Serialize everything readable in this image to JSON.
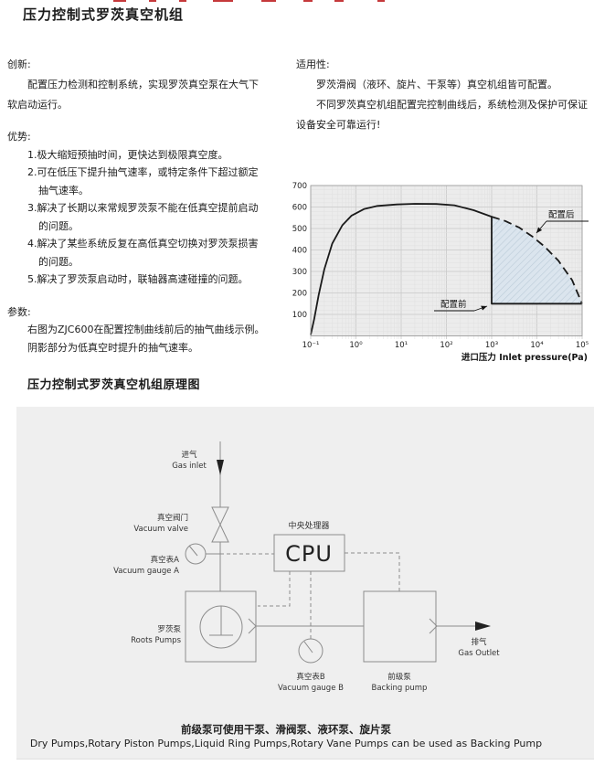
{
  "page_title": "压力控制式罗茨真空机组",
  "sections": {
    "innovation": {
      "heading": "创新:",
      "lines": [
        "配置压力检测和控制系统，实现罗茨真空泵在大气下",
        "软启动运行。"
      ]
    },
    "advantages": {
      "heading": "优势:",
      "lines": [
        "1.极大缩短预抽时间，更快达到极限真空度。",
        "2.可在低压下提升抽气速率，或特定条件下超过额定",
        "抽气速率。",
        "3.解决了长期以来常规罗茨泵不能在低真空提前启动",
        "的问题。",
        "4.解决了某些系统反复在高低真空切换对罗茨泵损害",
        "的问题。",
        "5.解决了罗茨泵启动时，联轴器高速碰撞的问题。"
      ]
    },
    "parameters": {
      "heading": "参数:",
      "lines": [
        "右图为ZJC600在配置控制曲线前后的抽气曲线示例。",
        "阴影部分为低真空时提升的抽气速率。"
      ]
    },
    "applicability": {
      "heading": "适用性:",
      "lines": [
        "罗茨滑阀（液环、旋片、干泵等）真空机组皆可配置。",
        "不同罗茨真空机组配置完控制曲线后，系统检测及保护可保证",
        "设备安全可靠运行!"
      ]
    }
  },
  "chart_data": {
    "type": "line",
    "title": "",
    "xlabel": "进口压力 Inlet pressure(Pa)",
    "ylabel": "",
    "x_scale": "log",
    "xlim": [
      0.1,
      100000
    ],
    "ylim": [
      0,
      700
    ],
    "x_ticks": [
      "10⁻¹",
      "10⁰",
      "10¹",
      "10²",
      "10³",
      "10⁴",
      "10⁵"
    ],
    "y_ticks": [
      "700",
      "600",
      "500",
      "400",
      "300",
      "200",
      "100"
    ],
    "grid": true,
    "series": [
      {
        "name": "配置前 (before configuration, solid)",
        "style": "solid",
        "x": [
          0.1,
          0.12,
          0.15,
          0.2,
          0.3,
          0.5,
          0.8,
          1.5,
          3,
          8,
          20,
          60,
          150,
          400,
          1000,
          1000,
          100000
        ],
        "y": [
          5,
          80,
          190,
          310,
          430,
          515,
          560,
          590,
          605,
          612,
          615,
          614,
          608,
          585,
          555,
          150,
          150
        ]
      },
      {
        "name": "配置后 (after configuration, dashed)",
        "style": "dashed",
        "x": [
          1000,
          2000,
          4000,
          8000,
          15000,
          30000,
          60000,
          100000
        ],
        "y": [
          555,
          535,
          505,
          462,
          415,
          350,
          260,
          150
        ]
      }
    ],
    "annotations": [
      {
        "label": "配置后",
        "target": "dashed curve after configuration"
      },
      {
        "label": "配置前",
        "target": "solid curve vertical drop at 10³ Pa"
      }
    ],
    "shaded_region": {
      "desc": "阴影部分为低真空时提升的抽气速率",
      "x_range": [
        1000,
        100000
      ],
      "between": [
        "配置后 dashed curve",
        150
      ]
    }
  },
  "diagram": {
    "title": "压力控制式罗茨真空机组原理图",
    "labels": {
      "gas_inlet_cn": "进气",
      "gas_inlet_en": "Gas inlet",
      "vacuum_valve_cn": "真空阀门",
      "vacuum_valve_en": "Vacuum valve",
      "gauge_a_cn": "真空表A",
      "gauge_a_en": "Vacuum gauge A",
      "cpu_caption": "中央处理器",
      "cpu": "CPU",
      "roots_cn": "罗茨泵",
      "roots_en": "Roots Pumps",
      "gauge_b_cn": "真空表B",
      "gauge_b_en": "Vacuum gauge B",
      "backing_cn": "前级泵",
      "backing_en": "Backing pump",
      "gas_outlet_cn": "排气",
      "gas_outlet_en": "Gas Outlet"
    },
    "notes": {
      "cn": "前级泵可使用干泵、滑阀泵、液环泵、旋片泵",
      "en": "Dry Pumps,Rotary Piston Pumps,Liquid Ring Pumps,Rotary Vane Pumps can be used as Backing Pump"
    }
  },
  "colors": {
    "shaded_fill": "#dbe5ee",
    "hatch_line": "#bccbd8",
    "curve": "#1a1a1a",
    "diagram_line": "#8c8c8c",
    "panel_bg": "#efefef",
    "accent_red": "#c5393b"
  }
}
